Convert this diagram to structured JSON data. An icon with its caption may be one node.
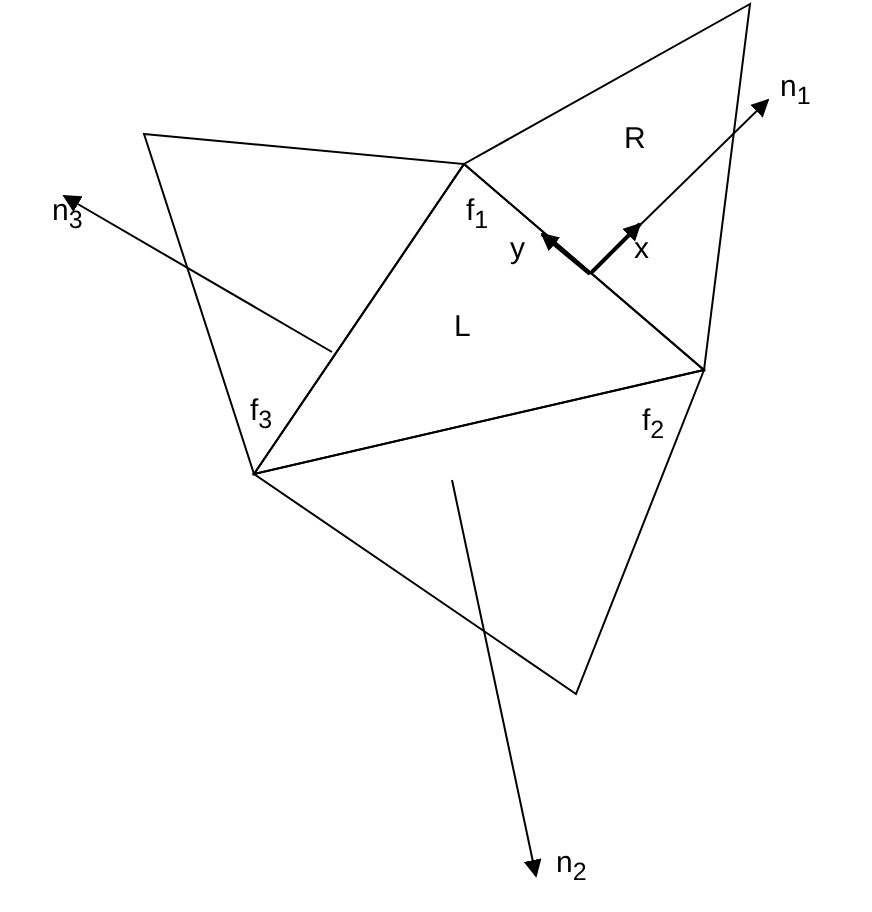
{
  "diagram": {
    "nodes": [
      {
        "text": [
          "R"
        ]
      },
      {
        "text": [],
        "shape": "triangle"
      },
      {
        "text": [
          "L"
        ]
      },
      {
        "text": [],
        "shape": "triangle"
      }
    ],
    "labels": [
      "n$_{1}$",
      "n$_{3}$",
      "f$_{1}$",
      "y",
      "x",
      "f$_{3}$",
      "f$_{2}$",
      "n$_{2}$"
    ]
  }
}
